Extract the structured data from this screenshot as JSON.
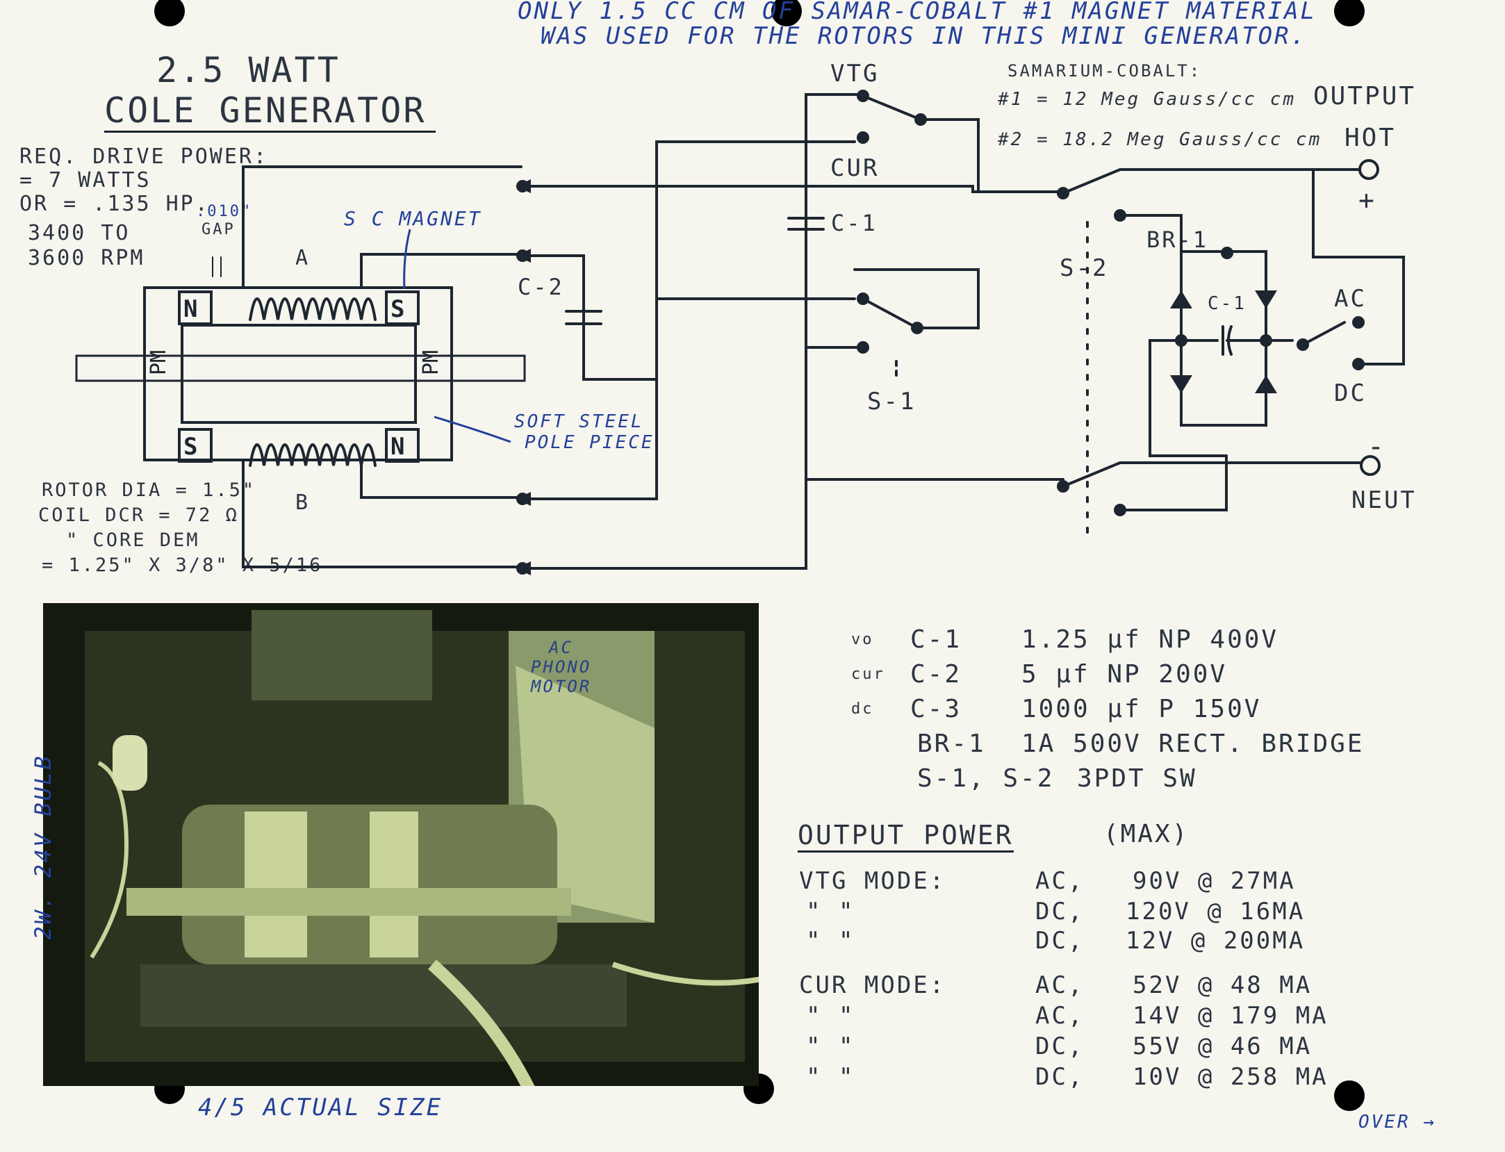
{
  "note": {
    "line1": "ONLY 1.5 CC CM OF SAMAR-COBALT #1 MAGNET MATERIAL",
    "line2": "WAS USED FOR THE ROTORS IN THIS MINI GENERATOR."
  },
  "title": {
    "line1": "2.5 WATT",
    "line2": "COLE GENERATOR"
  },
  "drive": {
    "line1": "REQ. DRIVE POWER:",
    "line2": "= 7 WATTS",
    "line3": "OR = .135 HP.",
    "line4": "3400 TO",
    "line5": "3600 RPM"
  },
  "gap_label": {
    "value": ".010\"",
    "label": "GAP"
  },
  "sc_magnet": "S C MAGNET",
  "coil_a": "A",
  "coil_b": "B",
  "pm": "PM",
  "soft_steel": {
    "line1": "SOFT STEEL",
    "line2": "POLE PIECE"
  },
  "rotor_specs": {
    "line1": "ROTOR DIA = 1.5\"",
    "line2": "COIL DCR = 72 Ω",
    "line3": "\" CORE DEM",
    "line4": "= 1.25\" X 3/8\" X 5/16"
  },
  "labels": {
    "vtg": "VTG",
    "cur": "CUR",
    "c1": "C-1",
    "c2": "C-2",
    "c1b": "C-1",
    "s1": "S-1",
    "s2": "S-2",
    "br1": "BR-1",
    "output": "OUTPUT",
    "hot": "HOT",
    "plus": "+",
    "ac": "AC",
    "dc": "DC",
    "minus": "-",
    "neut": "NEUT"
  },
  "samarium": {
    "line1": "SAMARIUM-COBALT:",
    "line2": "#1 = 12 Meg Gauss/cc cm",
    "line3": "#2 = 18.2 Meg Gauss/cc cm"
  },
  "parts": [
    {
      "prefix": "vo",
      "name": "C-1",
      "value": "1.25 μf NP 400V"
    },
    {
      "prefix": "cur",
      "name": "C-2",
      "value": "5 μf NP 200V"
    },
    {
      "prefix": "dc",
      "name": "C-3",
      "value": "1000 μf P 150V"
    },
    {
      "prefix": "",
      "name": "BR-1",
      "value": "1A 500V RECT. BRIDGE"
    },
    {
      "prefix": "",
      "name": "S-1, S-2",
      "value": "3PDT SW"
    }
  ],
  "power": {
    "heading": "OUTPUT POWER",
    "heading_suffix": "(MAX)",
    "rows": [
      {
        "mode": "VTG MODE:",
        "type": "AC,",
        "value": "90V @ 27MA"
      },
      {
        "mode": "\"       \"",
        "type": "DC,",
        "value": "120V @ 16MA"
      },
      {
        "mode": "\"       \"",
        "type": "DC,",
        "value": "12V @ 200MA"
      },
      {
        "mode": "CUR MODE:",
        "type": "AC,",
        "value": "52V @ 48 MA"
      },
      {
        "mode": "\"       \"",
        "type": "AC,",
        "value": "14V @ 179 MA"
      },
      {
        "mode": "\"       \"",
        "type": "DC,",
        "value": "55V @ 46 MA"
      },
      {
        "mode": "\"       \"",
        "type": "DC,",
        "value": "10V @ 258 MA"
      }
    ]
  },
  "photo": {
    "bulb_label": "2W. 24V BULB",
    "motor_label": {
      "line1": "AC",
      "line2": "PHONO",
      "line3": "MOTOR"
    },
    "caption": "4/5 ACTUAL SIZE"
  },
  "over": "OVER →",
  "colors": {
    "paper": "#f6f5ee",
    "pencil": "#1d2630",
    "ink": "#23409a",
    "photo_tint": "#c8d49a"
  }
}
